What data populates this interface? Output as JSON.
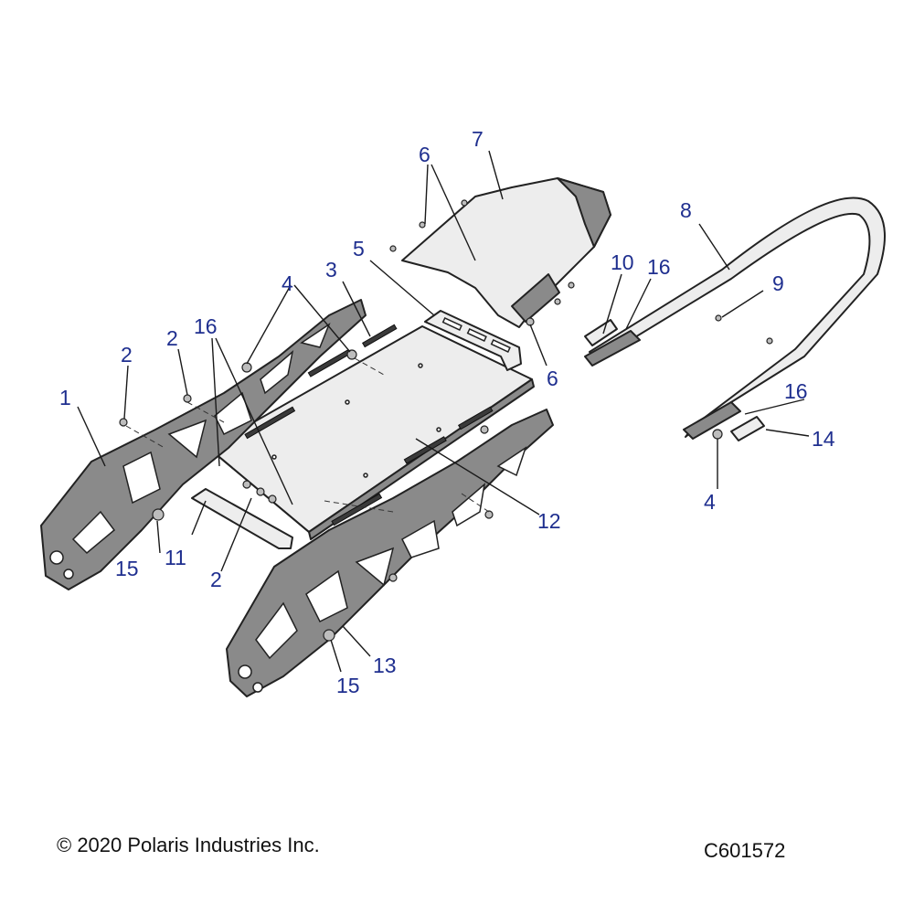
{
  "callouts": {
    "c1": "1",
    "c2a": "2",
    "c2b": "2",
    "c2c": "2",
    "c3": "3",
    "c4a": "4",
    "c4b": "4",
    "c5": "5",
    "c6a": "6",
    "c6b": "6",
    "c7": "7",
    "c8": "8",
    "c9": "9",
    "c10": "10",
    "c11": "11",
    "c12": "12",
    "c13": "13",
    "c14": "14",
    "c15a": "15",
    "c15b": "15",
    "c16a": "16",
    "c16b": "16",
    "c16c": "16"
  },
  "footer": {
    "copyright": "© 2020 Polaris Industries Inc.",
    "drawing_id": "C601572"
  },
  "colors": {
    "callout": "#1f2f8f",
    "part_fill": "#8a8a8a",
    "outline": "#222222"
  }
}
